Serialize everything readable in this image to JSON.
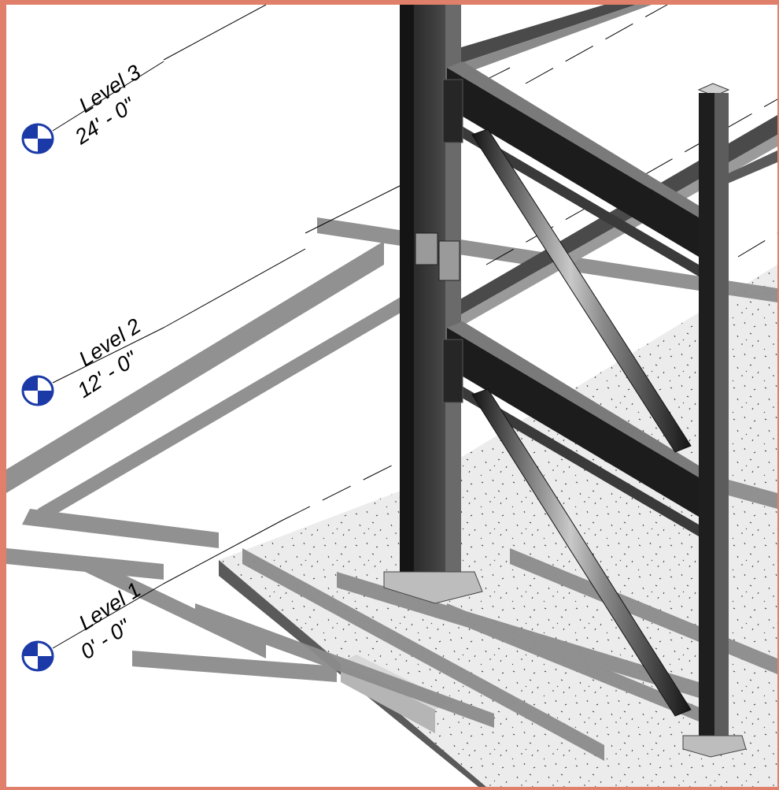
{
  "window": {
    "frame_color": "#e0806a",
    "background": "#ffffff",
    "view_type": "3D view"
  },
  "levels": [
    {
      "name": "Level 3",
      "elevation": "24' - 0\"",
      "icon": "level-head-icon"
    },
    {
      "name": "Level 2",
      "elevation": "12' - 0\"",
      "icon": "level-head-icon"
    },
    {
      "name": "Level 1",
      "elevation": "0' - 0\"",
      "icon": "level-head-icon"
    }
  ],
  "colors": {
    "level_marker": "#1b3aa8",
    "steel": "#262626",
    "slab": "#ededed",
    "shadow": "#8a8a8a"
  }
}
